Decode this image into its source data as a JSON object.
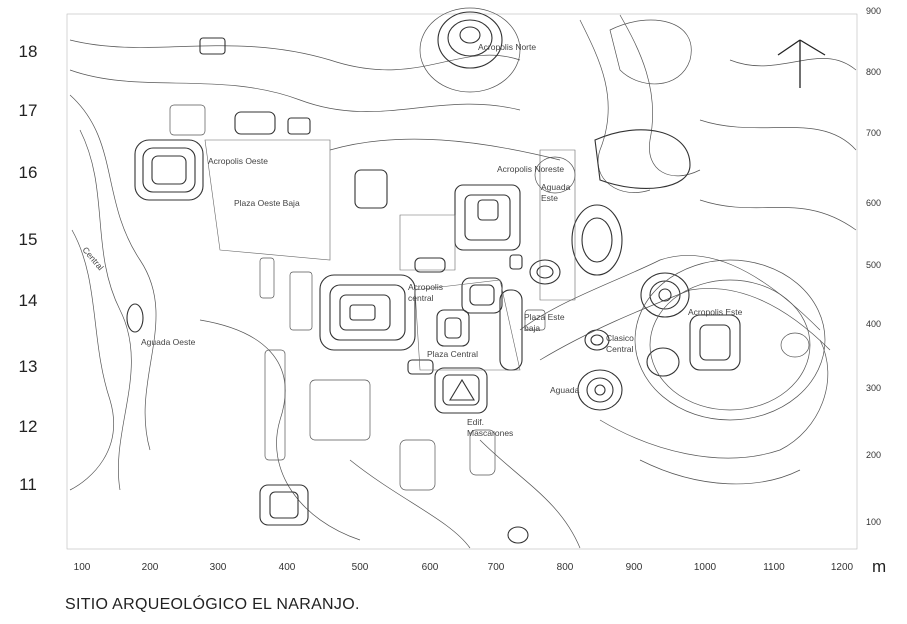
{
  "map": {
    "title": "SITIO ARQUEOLÓGICO EL NARANJO.",
    "unit_label": "m",
    "left_grid_labels": [
      "18",
      "17",
      "16",
      "15",
      "14",
      "13",
      "12",
      "11"
    ],
    "right_axis_labels": [
      "900",
      "800",
      "700",
      "600",
      "500",
      "400",
      "300",
      "200",
      "100"
    ],
    "bottom_axis_labels": [
      "100",
      "200",
      "300",
      "400",
      "500",
      "600",
      "700",
      "800",
      "900",
      "1000",
      "1100",
      "1200"
    ],
    "north_arrow_icon": "north-arrow-icon",
    "site_labels": {
      "acropolis_norte": "Acropolis Norte",
      "acropolis_oeste": "Acropolis Oeste",
      "plaza_oeste_baja": "Plaza Oeste Baja",
      "acropolis_noreste": "Acropolis Noreste",
      "aguada_este_1": "Aguada",
      "aguada_este_2": "Este",
      "central_left": "Central",
      "acropolis_central_1": "Acropolis",
      "acropolis_central_2": "central",
      "plaza_este_baja_1": "Plaza Este",
      "plaza_este_baja_2": "baja",
      "aguada_oeste": "Aguada Oeste",
      "plaza_central": "Plaza Central",
      "clasico_central_1": "Clasico",
      "clasico_central_2": "Central",
      "edif_mascarones_1": "Edif.",
      "edif_mascarones_2": "Mascarones",
      "aguada_small": "Aguada",
      "acropolis_este": "Acropolis Este"
    }
  }
}
